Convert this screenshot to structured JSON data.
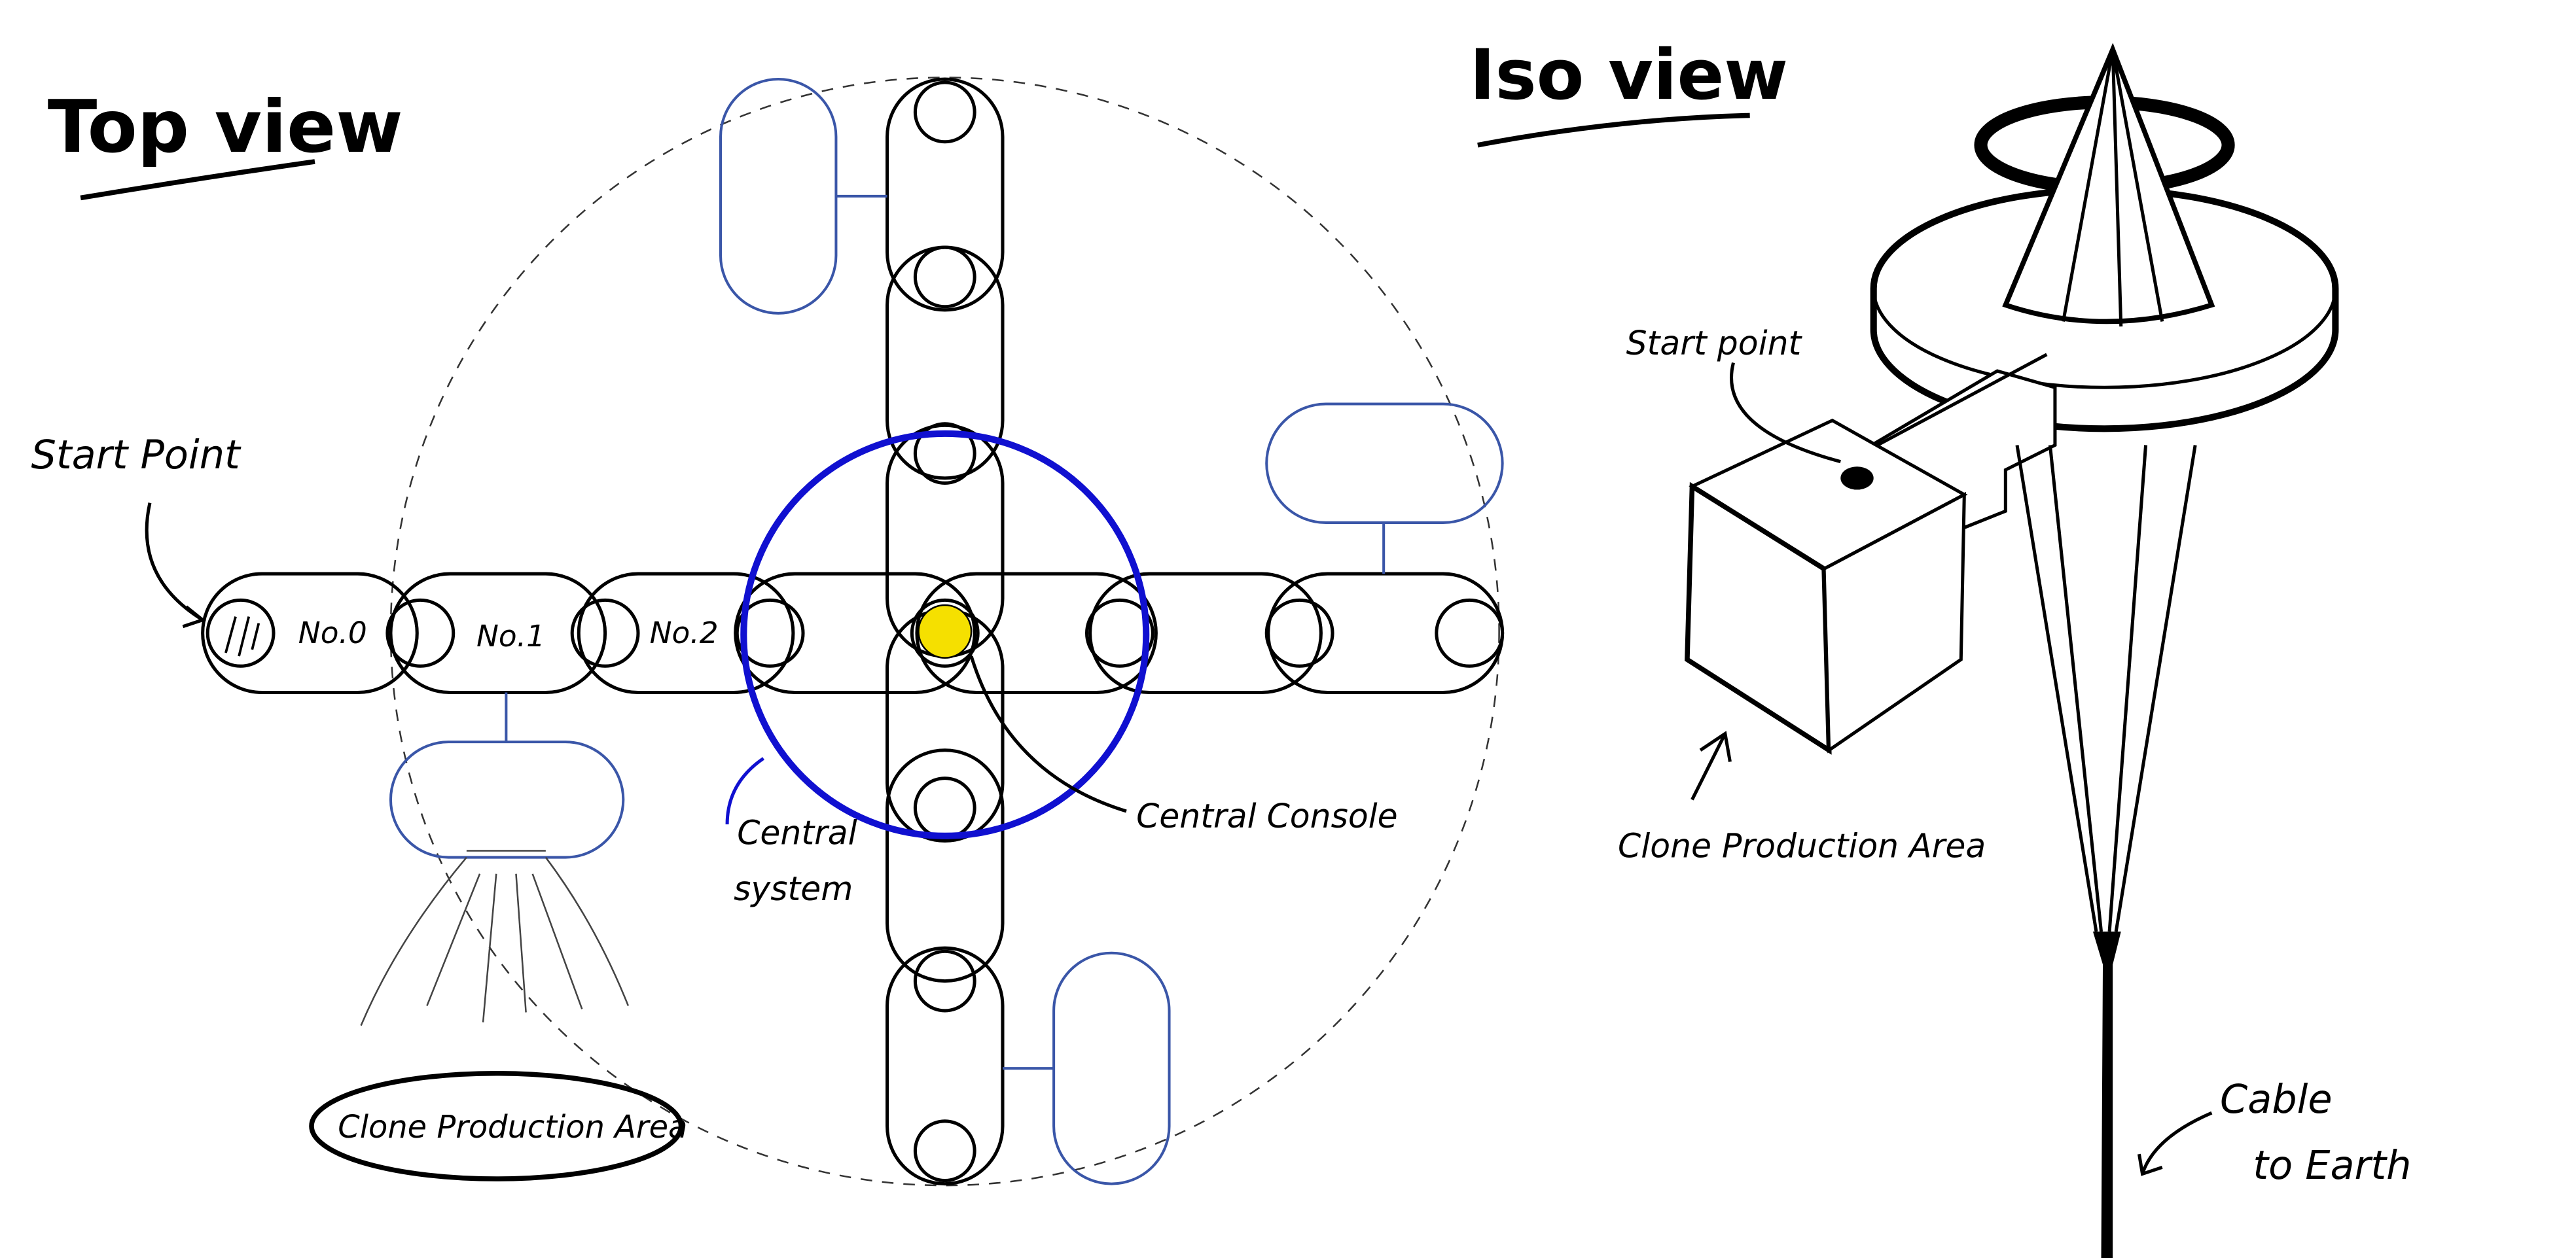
{
  "top_view": {
    "title": "Top view",
    "start_point_label": "Start Point",
    "modules": [
      "No.0",
      "No.1",
      "No.2"
    ],
    "central_system_label": [
      "Central",
      "system"
    ],
    "central_console_label": "Central Console",
    "clone_area_label": "Clone Production Area"
  },
  "iso_view": {
    "title": "Iso view",
    "start_point_label": "Start point",
    "clone_area_label": "Clone Production Area",
    "cable_label": [
      "Cable",
      "to Earth"
    ]
  },
  "colors": {
    "central_system": "#1010d0",
    "console": "#f5e000",
    "pods": "#3a56a8"
  }
}
